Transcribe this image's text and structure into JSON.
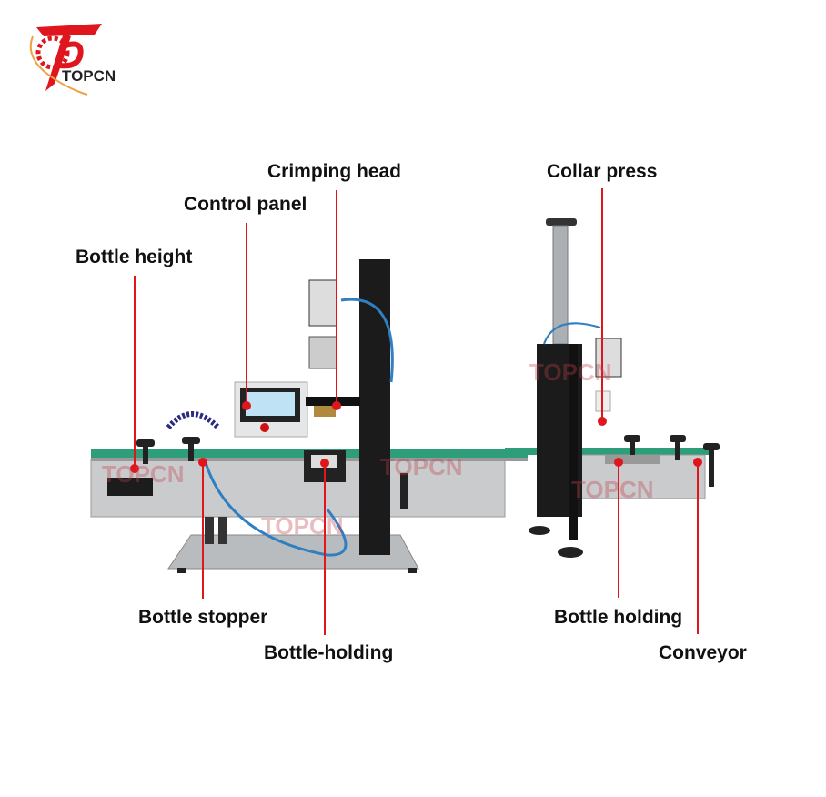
{
  "brand": {
    "logo_text": "TOPCN",
    "watermark": "TOPCN"
  },
  "labels": {
    "crimping_head": "Crimping head",
    "control_panel": "Control panel",
    "bottle_height": "Bottle height",
    "collar_press": "Collar press",
    "bottle_stopper": "Bottle stopper",
    "bottle_holding_left": "Bottle-holding",
    "bottle_holding_right": "Bottle holding",
    "conveyor": "Conveyor"
  },
  "colors": {
    "callout": "#e0161e",
    "text": "#111111",
    "belt": "#2e9e7a"
  }
}
